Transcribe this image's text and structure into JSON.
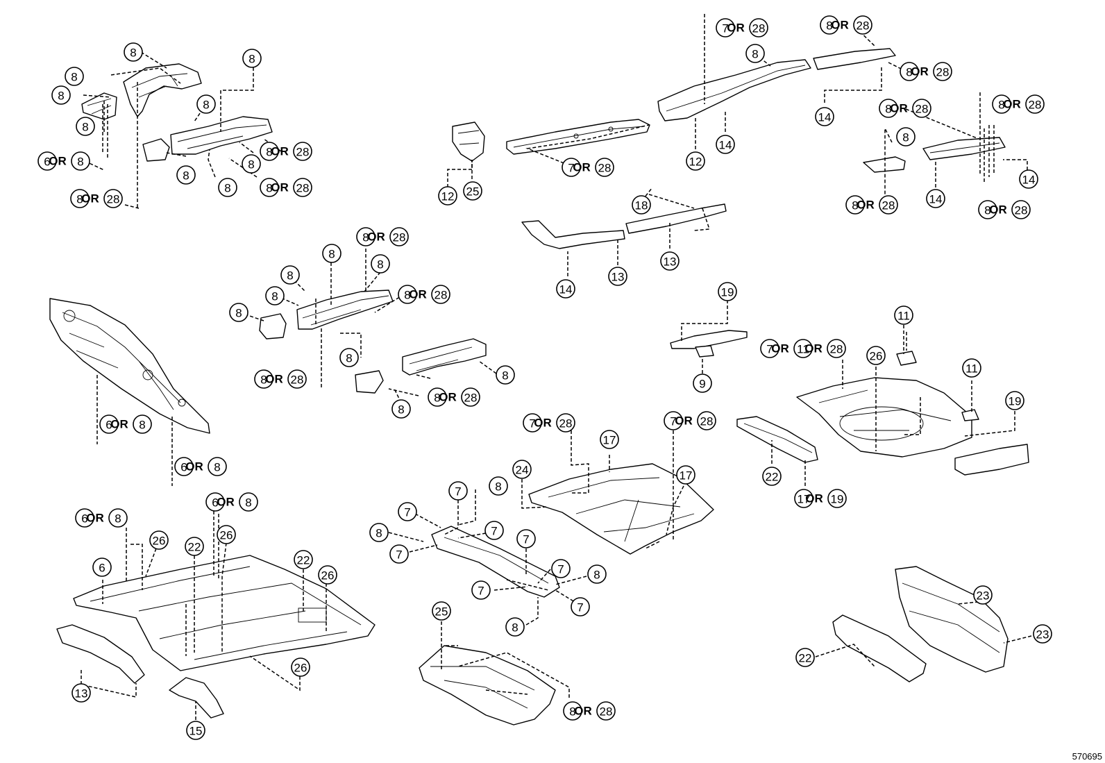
{
  "diagram_id": "570695",
  "or_text": "OR",
  "callouts": [
    {
      "id": "c1",
      "labels": [
        "8"
      ]
    },
    {
      "id": "c2",
      "labels": [
        "8"
      ]
    },
    {
      "id": "c3",
      "labels": [
        "8"
      ]
    },
    {
      "id": "c4",
      "labels": [
        "8"
      ]
    },
    {
      "id": "c5",
      "labels": [
        "8"
      ]
    },
    {
      "id": "c6",
      "labels": [
        "6",
        "8"
      ]
    },
    {
      "id": "c7",
      "labels": [
        "8"
      ]
    },
    {
      "id": "c8",
      "labels": [
        "8",
        "28"
      ]
    },
    {
      "id": "c9",
      "labels": [
        "8"
      ]
    },
    {
      "id": "c10",
      "labels": [
        "8"
      ]
    },
    {
      "id": "c11",
      "labels": [
        "8"
      ]
    },
    {
      "id": "c12",
      "labels": [
        "8",
        "28"
      ]
    },
    {
      "id": "c13",
      "labels": [
        "8",
        "28"
      ]
    },
    {
      "id": "c14",
      "labels": [
        "12"
      ]
    },
    {
      "id": "c15",
      "labels": [
        "25"
      ]
    },
    {
      "id": "c16",
      "labels": [
        "7",
        "28"
      ]
    },
    {
      "id": "c17",
      "labels": [
        "7",
        "28"
      ]
    },
    {
      "id": "c18",
      "labels": [
        "8"
      ]
    },
    {
      "id": "c19",
      "labels": [
        "12"
      ]
    },
    {
      "id": "c20",
      "labels": [
        "14"
      ]
    },
    {
      "id": "c21",
      "labels": [
        "8",
        "28"
      ]
    },
    {
      "id": "c22",
      "labels": [
        "8",
        "28"
      ]
    },
    {
      "id": "c23",
      "labels": [
        "14"
      ]
    },
    {
      "id": "c24",
      "labels": [
        "8",
        "28"
      ]
    },
    {
      "id": "c25",
      "labels": [
        "8",
        "28"
      ]
    },
    {
      "id": "c26",
      "labels": [
        "8"
      ]
    },
    {
      "id": "c27",
      "labels": [
        "8",
        "28"
      ]
    },
    {
      "id": "c28",
      "labels": [
        "14"
      ]
    },
    {
      "id": "c29",
      "labels": [
        "14"
      ]
    },
    {
      "id": "c30",
      "labels": [
        "8",
        "28"
      ]
    },
    {
      "id": "c31",
      "labels": [
        "18"
      ]
    },
    {
      "id": "c32",
      "labels": [
        "14"
      ]
    },
    {
      "id": "c33",
      "labels": [
        "13"
      ]
    },
    {
      "id": "c34",
      "labels": [
        "13"
      ]
    },
    {
      "id": "c35",
      "labels": [
        "8"
      ]
    },
    {
      "id": "c36",
      "labels": [
        "8",
        "28"
      ]
    },
    {
      "id": "c37",
      "labels": [
        "8"
      ]
    },
    {
      "id": "c38",
      "labels": [
        "8"
      ]
    },
    {
      "id": "c39",
      "labels": [
        "8"
      ]
    },
    {
      "id": "c40",
      "labels": [
        "8",
        "28"
      ]
    },
    {
      "id": "c41",
      "labels": [
        "8"
      ]
    },
    {
      "id": "c42",
      "labels": [
        "8",
        "28"
      ]
    },
    {
      "id": "c43",
      "labels": [
        "8"
      ]
    },
    {
      "id": "c44",
      "labels": [
        "8"
      ]
    },
    {
      "id": "c45",
      "labels": [
        "8",
        "28"
      ]
    },
    {
      "id": "c46",
      "labels": [
        "8"
      ]
    },
    {
      "id": "c47",
      "labels": [
        "6",
        "8"
      ]
    },
    {
      "id": "c48",
      "labels": [
        "6",
        "8"
      ]
    },
    {
      "id": "c49",
      "labels": [
        "19"
      ]
    },
    {
      "id": "c50",
      "labels": [
        "9"
      ]
    },
    {
      "id": "c51",
      "labels": [
        "11"
      ]
    },
    {
      "id": "c52",
      "labels": [
        "7",
        "11",
        "28"
      ]
    },
    {
      "id": "c53",
      "labels": [
        "26"
      ]
    },
    {
      "id": "c54",
      "labels": [
        "11"
      ]
    },
    {
      "id": "c55",
      "labels": [
        "19"
      ]
    },
    {
      "id": "c56",
      "labels": [
        "22"
      ]
    },
    {
      "id": "c57",
      "labels": [
        "17",
        "19"
      ]
    },
    {
      "id": "c58",
      "labels": [
        "7",
        "28"
      ]
    },
    {
      "id": "c59",
      "labels": [
        "7",
        "28"
      ]
    },
    {
      "id": "c60",
      "labels": [
        "17"
      ]
    },
    {
      "id": "c61",
      "labels": [
        "24"
      ]
    },
    {
      "id": "c62",
      "labels": [
        "17"
      ]
    },
    {
      "id": "c63",
      "labels": [
        "7"
      ]
    },
    {
      "id": "c64",
      "labels": [
        "8"
      ]
    },
    {
      "id": "c65",
      "labels": [
        "7"
      ]
    },
    {
      "id": "c66",
      "labels": [
        "8"
      ]
    },
    {
      "id": "c67",
      "labels": [
        "7"
      ]
    },
    {
      "id": "c68",
      "labels": [
        "7"
      ]
    },
    {
      "id": "c69",
      "labels": [
        "7"
      ]
    },
    {
      "id": "c70",
      "labels": [
        "7"
      ]
    },
    {
      "id": "c71",
      "labels": [
        "8"
      ]
    },
    {
      "id": "c72",
      "labels": [
        "7"
      ]
    },
    {
      "id": "c73",
      "labels": [
        "7"
      ]
    },
    {
      "id": "c74",
      "labels": [
        "8"
      ]
    },
    {
      "id": "c75",
      "labels": [
        "6",
        "8"
      ]
    },
    {
      "id": "c76",
      "labels": [
        "6",
        "8"
      ]
    },
    {
      "id": "c77",
      "labels": [
        "26"
      ]
    },
    {
      "id": "c78",
      "labels": [
        "22"
      ]
    },
    {
      "id": "c79",
      "labels": [
        "26"
      ]
    },
    {
      "id": "c80",
      "labels": [
        "6"
      ]
    },
    {
      "id": "c81",
      "labels": [
        "22"
      ]
    },
    {
      "id": "c82",
      "labels": [
        "26"
      ]
    },
    {
      "id": "c83",
      "labels": [
        "26"
      ]
    },
    {
      "id": "c84",
      "labels": [
        "13"
      ]
    },
    {
      "id": "c85",
      "labels": [
        "15"
      ]
    },
    {
      "id": "c86",
      "labels": [
        "25"
      ]
    },
    {
      "id": "c87",
      "labels": [
        "8",
        "28"
      ]
    },
    {
      "id": "c88",
      "labels": [
        "23"
      ]
    },
    {
      "id": "c89",
      "labels": [
        "23"
      ]
    },
    {
      "id": "c90",
      "labels": [
        "22"
      ]
    }
  ]
}
